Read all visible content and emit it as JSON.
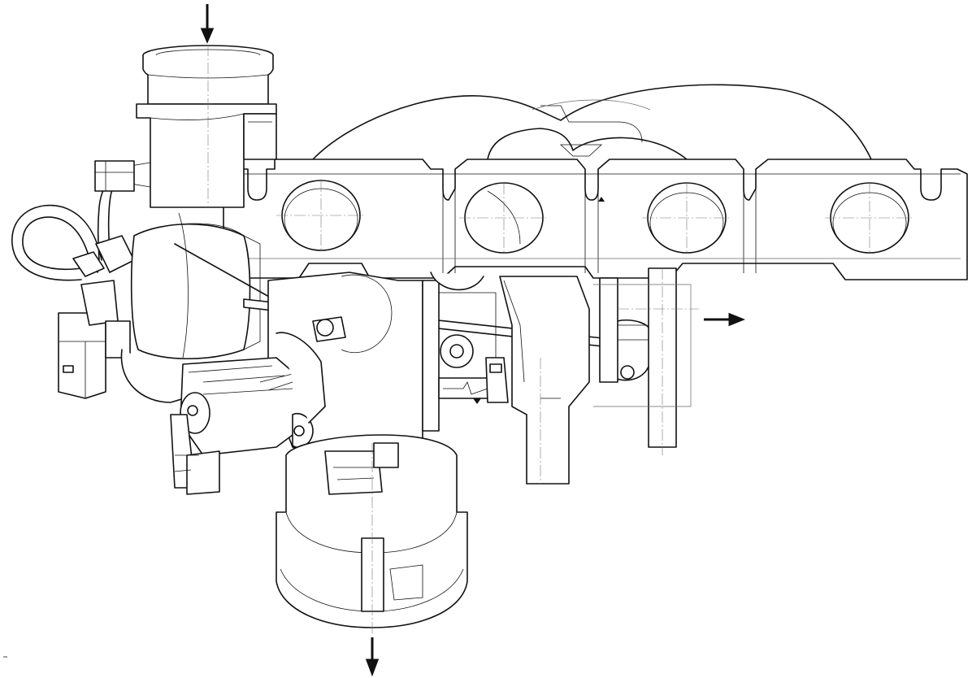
{
  "figure": {
    "colors": {
      "line": "#111111",
      "background": "#ffffff",
      "centerline": "#777777"
    },
    "components": [
      "intake-pipe",
      "exhaust-manifold",
      "wastegate-actuator",
      "turbine-housing",
      "electric-actuator",
      "vacuum-hose",
      "connector-plug",
      "wastegate-rod",
      "support-bracket"
    ],
    "flow_arrows": [
      "air-intake-arrow",
      "exhaust-flow-arrow",
      "outlet-arrow"
    ]
  }
}
